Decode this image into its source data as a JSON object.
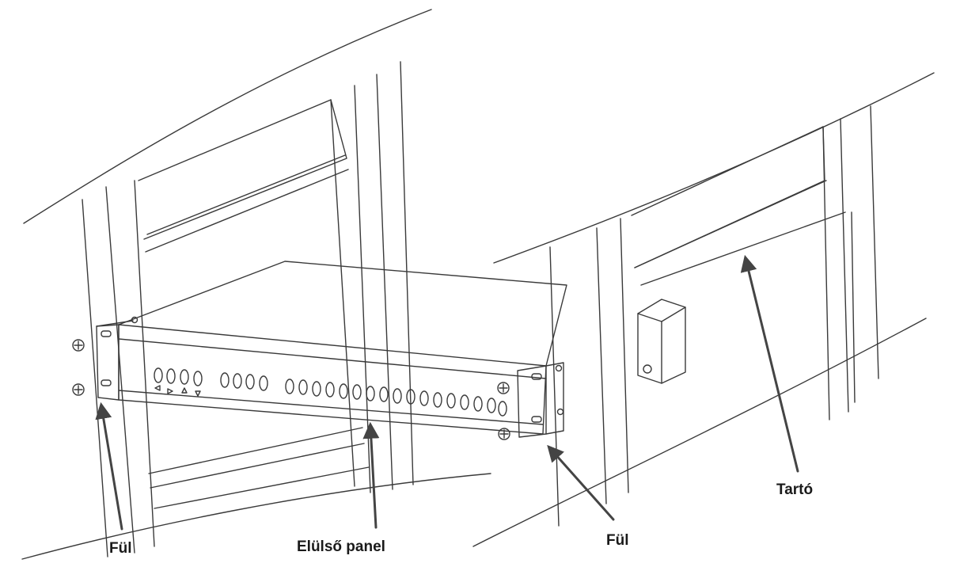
{
  "diagram": {
    "labels": {
      "ear_left": "Fül",
      "front_panel": "Elülső panel",
      "ear_right": "Fül",
      "bracket": "Tartó"
    },
    "colors": {
      "line": "#3a3a3a",
      "arrow": "#444444",
      "background": "#ffffff"
    }
  }
}
